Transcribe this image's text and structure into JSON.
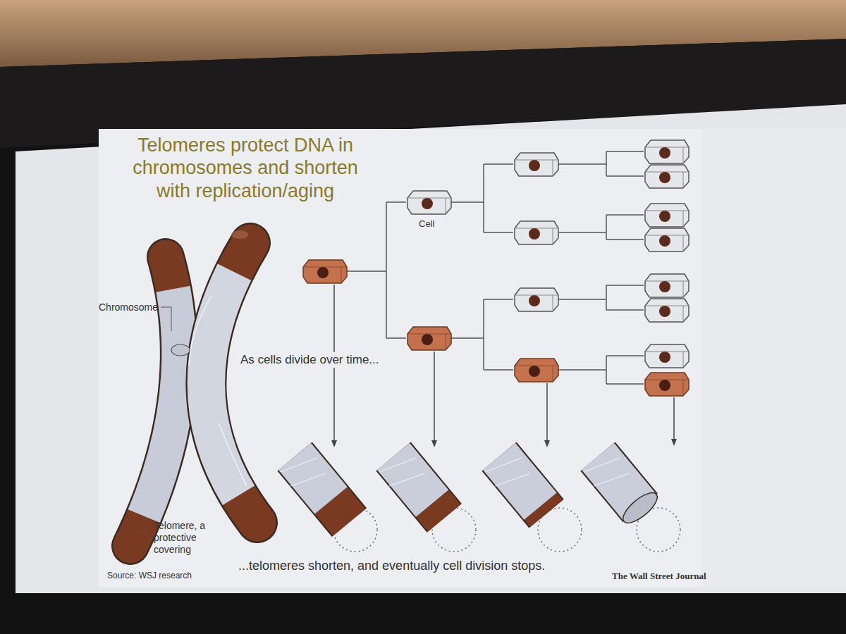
{
  "diagram": {
    "title": "Telomeres protect DNA in chromosomes and shorten with replication/aging",
    "labels": [
      "Chromosome",
      "Telomere, a protective covering",
      "Cell",
      "As cells divide over time...",
      "...telomeres shorten, and eventually cell division stops.",
      "Source: WSJ research",
      "The Wall Street Journal"
    ]
  }
}
